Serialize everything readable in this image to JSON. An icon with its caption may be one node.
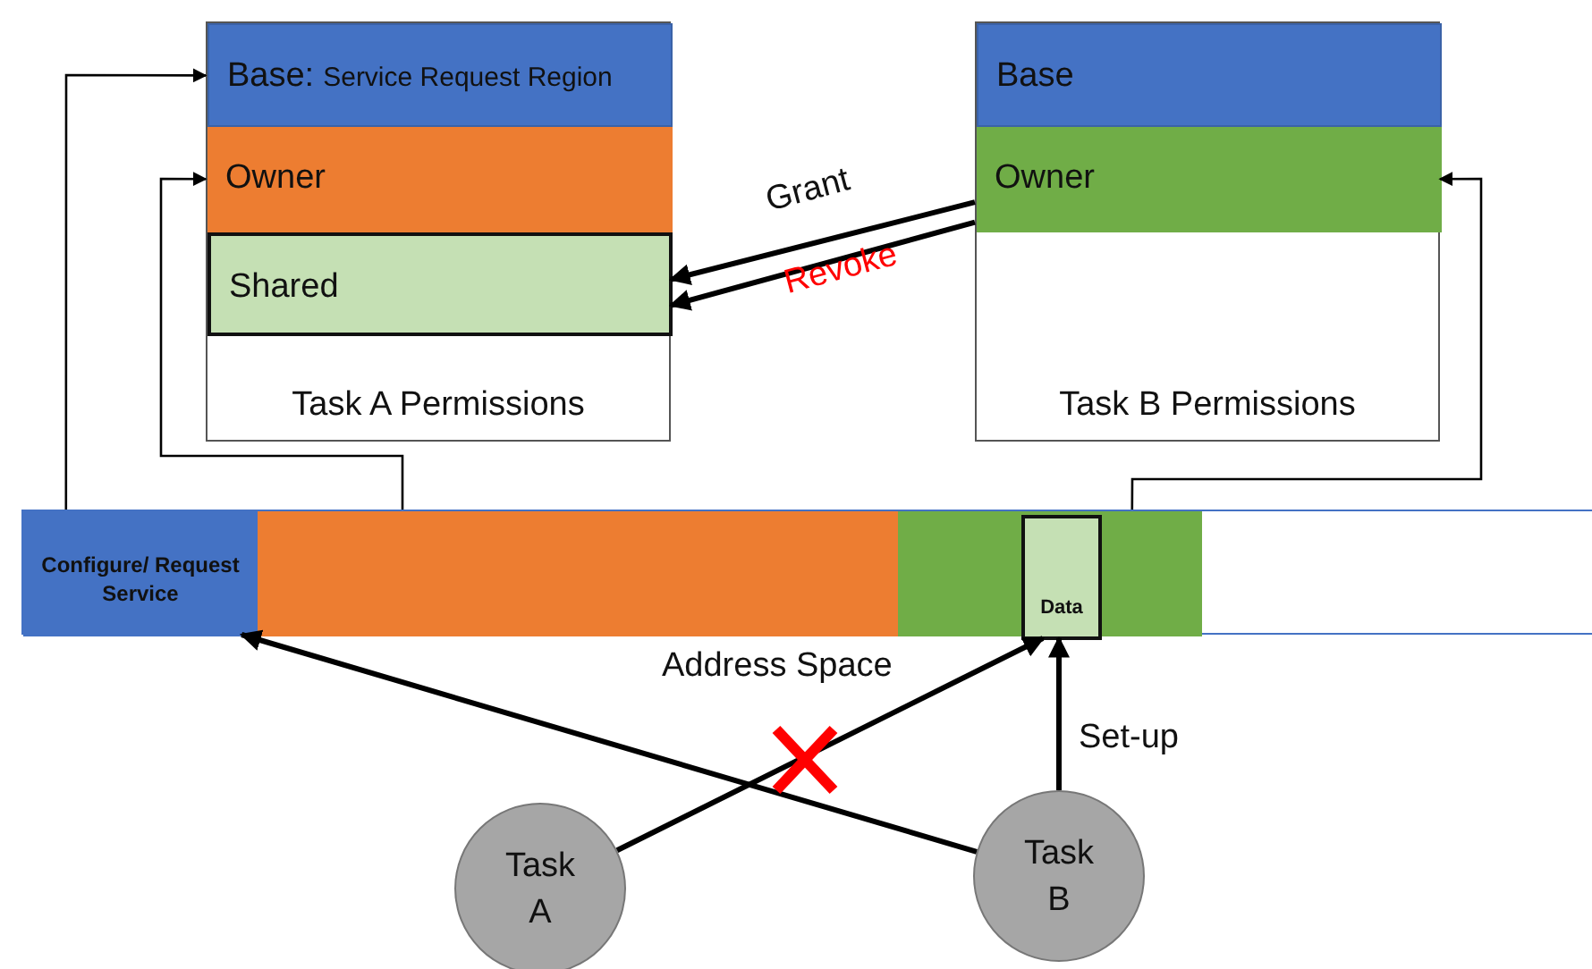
{
  "diagram": {
    "nodes": [
      {
        "text": [
          "Task A Permissions"
        ]
      },
      {
        "text": [
          "Base:",
          "Service Request Region"
        ],
        "in": 0
      },
      {
        "text": [
          "Owner"
        ],
        "in": 0
      },
      {
        "text": [
          "Shared"
        ],
        "in": 0
      },
      {
        "text": [
          "Task B Permissions"
        ]
      },
      {
        "text": [
          "Base"
        ],
        "in": 4
      },
      {
        "text": [
          "Owner"
        ],
        "in": 4
      },
      {
        "text": [
          "Address Space"
        ]
      },
      {
        "text": [
          "Configure/ Request Service"
        ],
        "in": 7
      },
      {
        "text": [],
        "shape": "box",
        "in": 7
      },
      {
        "text": [],
        "shape": "box",
        "in": 7
      },
      {
        "text": [
          "Data"
        ],
        "in": 10
      },
      {
        "text": [
          "Task A"
        ]
      },
      {
        "text": [
          "Task B"
        ]
      }
    ],
    "edges": [
      {
        "from": 8,
        "to": 1,
        "arrow": "to"
      },
      {
        "from": 9,
        "to": 2,
        "arrow": "to"
      },
      {
        "from": 10,
        "to": 6,
        "arrow": "to"
      },
      {
        "from": 6,
        "to": 3,
        "arrow": "to",
        "label": "Grant"
      },
      {
        "from": 6,
        "to": 3,
        "arrow": "to",
        "label": "Revoke"
      },
      {
        "from": 12,
        "to": 11,
        "arrow": "to"
      },
      {
        "from": 13,
        "to": 8,
        "arrow": "to"
      },
      {
        "from": 13,
        "to": 11,
        "arrow": "to",
        "label": "Set-up"
      }
    ]
  }
}
